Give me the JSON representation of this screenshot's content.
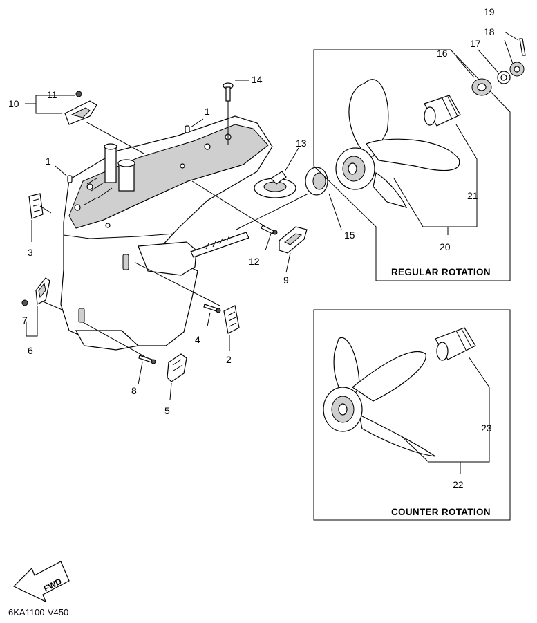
{
  "callouts": {
    "c1a": "1",
    "c1b": "1",
    "c2": "2",
    "c3": "3",
    "c4": "4",
    "c5": "5",
    "c6": "6",
    "c7": "7",
    "c8": "8",
    "c9": "9",
    "c10": "10",
    "c11": "11",
    "c12": "12",
    "c13": "13",
    "c14": "14",
    "c15": "15",
    "c16": "16",
    "c17": "17",
    "c18": "18",
    "c19": "19",
    "c20": "20",
    "c21": "21",
    "c22": "22",
    "c23": "23"
  },
  "boxes": {
    "regular_rotation": "REGULAR ROTATION",
    "counter_rotation": "COUNTER ROTATION"
  },
  "fwd_label": "FWD",
  "document_id": "6KA1100-V450"
}
